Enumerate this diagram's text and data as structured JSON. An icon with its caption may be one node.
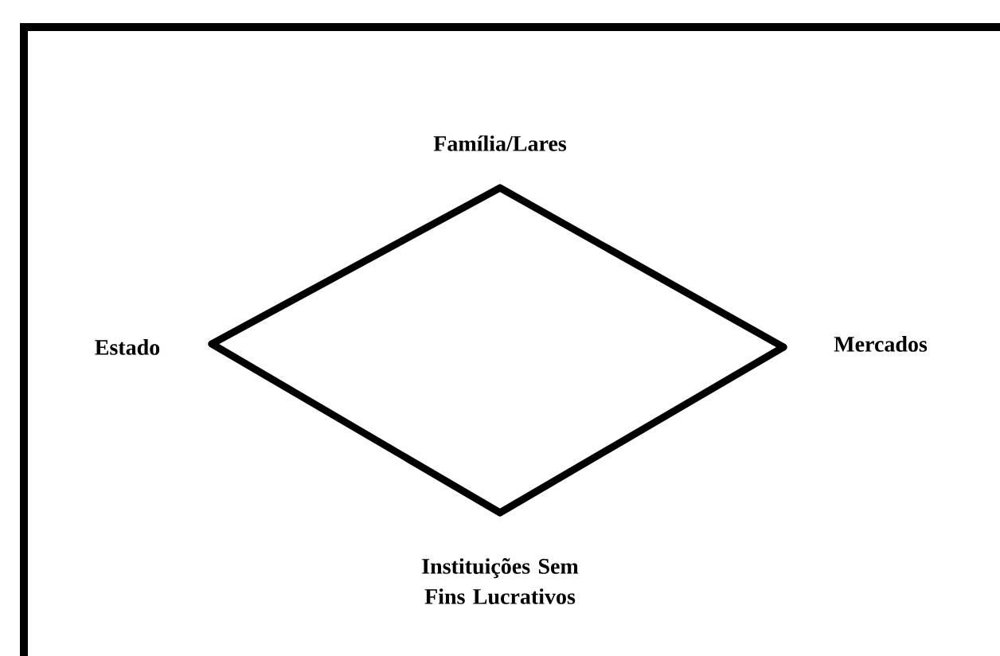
{
  "diagram": {
    "nodes": [
      {
        "text": [
          "Família/Lares"
        ]
      },
      {
        "text": [
          "Mercados"
        ]
      },
      {
        "text": [
          "Instituições Sem Fins Lucrativos"
        ]
      },
      {
        "text": [
          "Estado"
        ]
      }
    ],
    "edges": [
      {
        "from": 0,
        "to": 1,
        "arrow": "none"
      },
      {
        "from": 1,
        "to": 2,
        "arrow": "none"
      },
      {
        "from": 2,
        "to": 3,
        "arrow": "none"
      },
      {
        "from": 3,
        "to": 0,
        "arrow": "none"
      }
    ]
  }
}
